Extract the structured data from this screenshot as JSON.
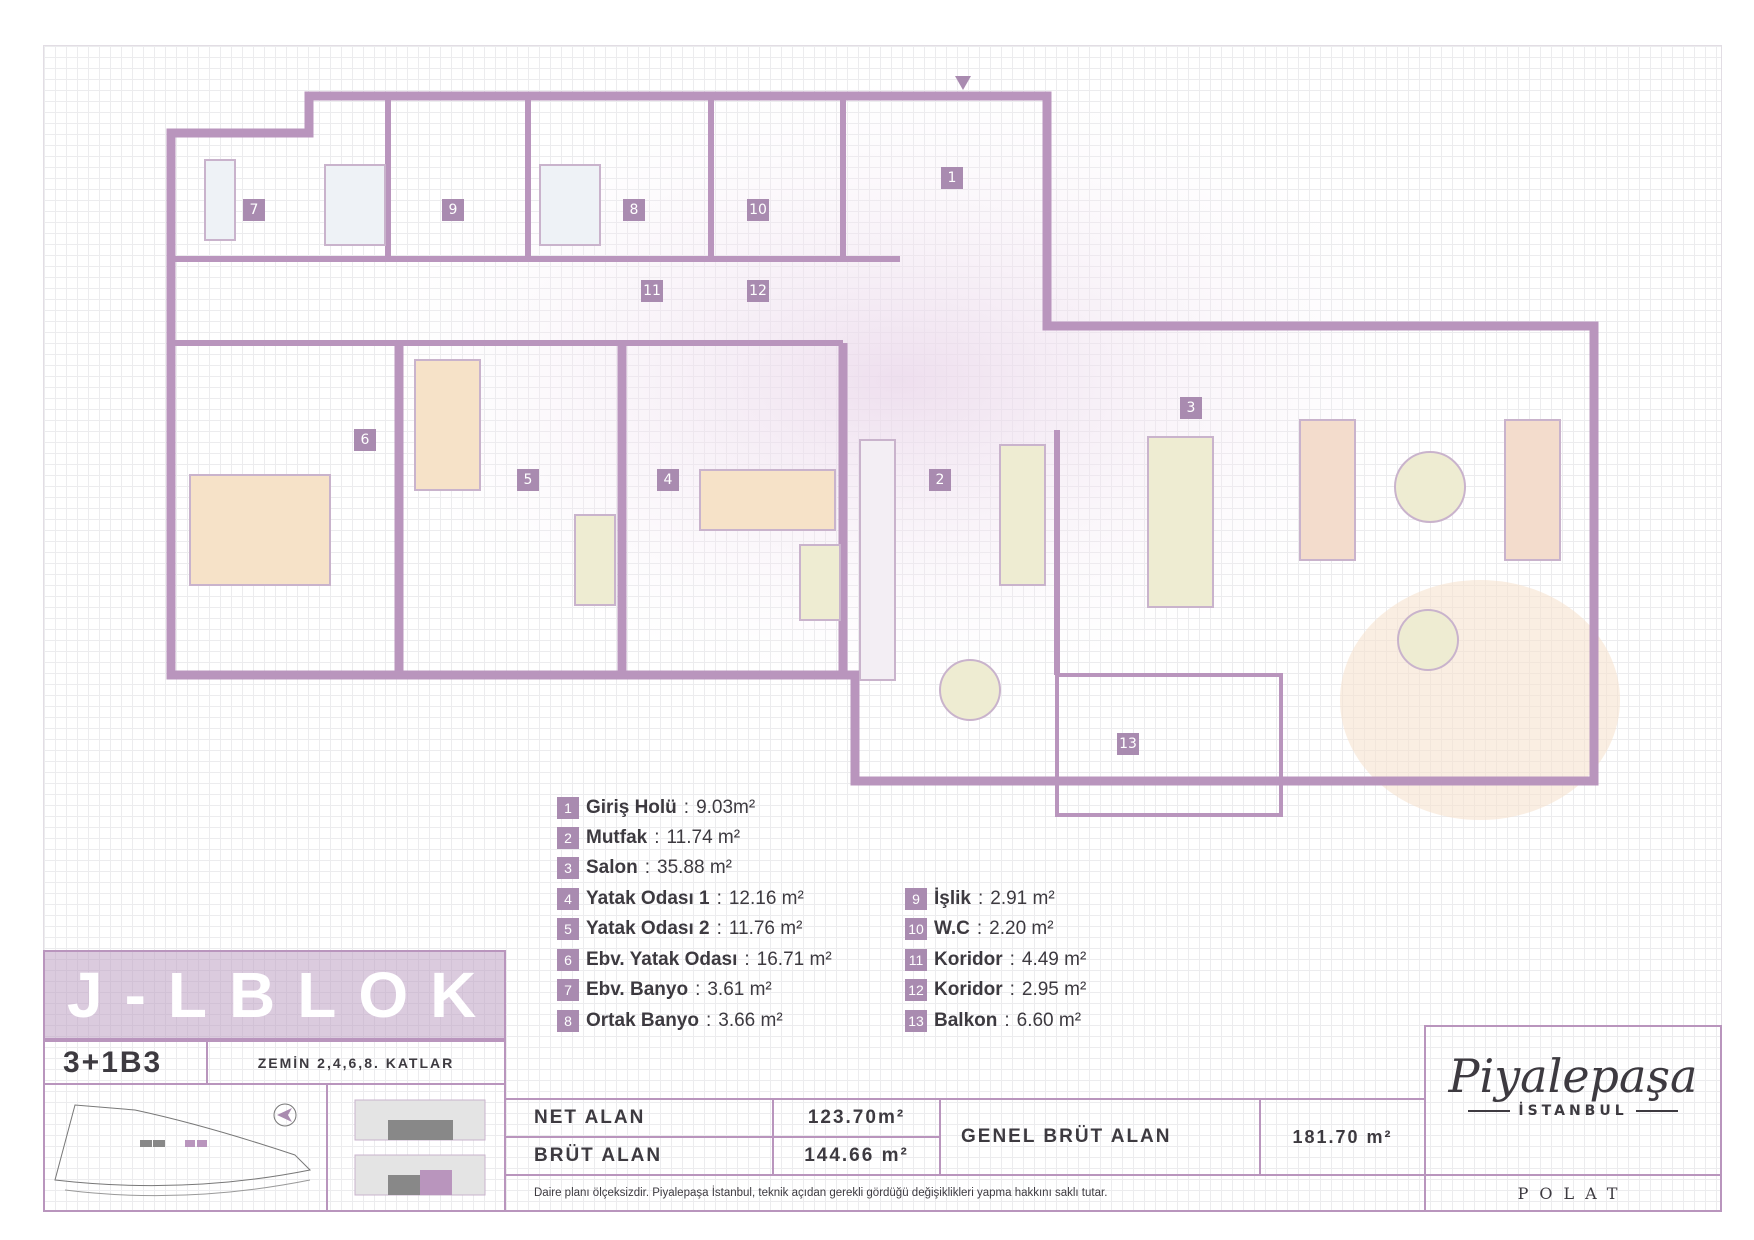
{
  "rooms": [
    {
      "no": "1",
      "name": "Giriş Holü",
      "area": "9.03m²"
    },
    {
      "no": "2",
      "name": "Mutfak",
      "area": "11.74 m²"
    },
    {
      "no": "3",
      "name": "Salon",
      "area": "35.88 m²"
    },
    {
      "no": "4",
      "name": "Yatak Odası 1",
      "area": "12.16 m²"
    },
    {
      "no": "5",
      "name": "Yatak Odası 2",
      "area": "11.76 m²"
    },
    {
      "no": "6",
      "name": "Ebv. Yatak Odası",
      "area": "16.71 m²"
    },
    {
      "no": "7",
      "name": "Ebv. Banyo",
      "area": "3.61 m²"
    },
    {
      "no": "8",
      "name": "Ortak Banyo",
      "area": "3.66 m²"
    },
    {
      "no": "9",
      "name": "İşlik",
      "area": "2.91 m²"
    },
    {
      "no": "10",
      "name": "W.C",
      "area": "2.20 m²"
    },
    {
      "no": "11",
      "name": "Koridor",
      "area": "4.49 m²"
    },
    {
      "no": "12",
      "name": "Koridor",
      "area": "2.95 m²"
    },
    {
      "no": "13",
      "name": "Balkon",
      "area": "6.60 m²"
    }
  ],
  "block": {
    "title": "J-LBLOK",
    "type": "3+1B3",
    "floors": "ZEMİN 2,4,6,8. KATLAR"
  },
  "areas": {
    "net_label": "NET ALAN",
    "net_value": "123.70m²",
    "gross_label": "BRÜT ALAN",
    "gross_value": "144.66 m²",
    "total_label": "GENEL BRÜT ALAN",
    "total_value": "181.70 m²"
  },
  "disclaimer": "Daire planı ölçeksizdir. Piyalepaşa İstanbul, teknik açıdan gerekli gördüğü değişiklikleri yapma hakkını saklı tutar.",
  "brand": {
    "logo": "Piyalepaşa",
    "city": "İSTANBUL",
    "developer": "POLAT"
  },
  "colors": {
    "accent": "#a98bb0",
    "wall": "#b995bd",
    "text": "#3d3a40"
  }
}
